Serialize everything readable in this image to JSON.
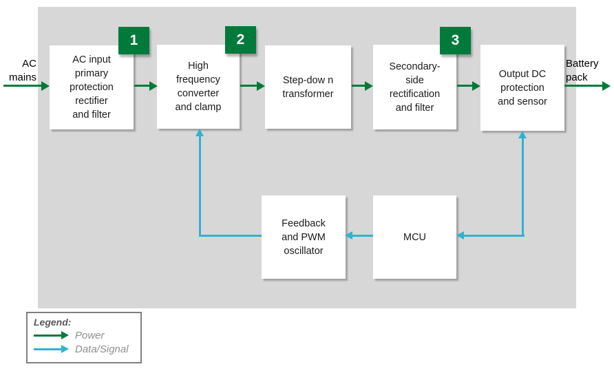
{
  "colors": {
    "page_bg": "#ffffff",
    "panel_bg": "#d7d7d7",
    "block_bg": "#ffffff",
    "block_text": "#1a1a1a",
    "power": "#007a3a",
    "signal": "#2eb3d1",
    "badge_bg": "#007a3a",
    "badge_text": "#ffffff",
    "legend_border": "#7f7f7f",
    "legend_title_color": "#595959",
    "legend_label_color": "#8f8f8f"
  },
  "diagram": {
    "left_label": "AC\nmains",
    "right_label": "Battery\npack",
    "blocks": [
      {
        "label": "AC input\nprimary\nprotection\nrectifier\nand filter",
        "badge": "1"
      },
      {
        "label": "High\nfrequency\nconverter\nand clamp",
        "badge": "2"
      },
      {
        "label": "Step-dow n\ntransformer"
      },
      {
        "label": "Secondary-\nside\nrectification\nand filter",
        "badge": "3"
      },
      {
        "label": "Output DC\nprotection\nand sensor"
      },
      {
        "label": "Feedback\nand PWM\noscillator"
      },
      {
        "label": "MCU"
      }
    ]
  },
  "legend": {
    "title": "Legend:",
    "items": [
      {
        "label": "Power",
        "type": "power"
      },
      {
        "label": "Data/Signal",
        "type": "signal"
      }
    ]
  }
}
